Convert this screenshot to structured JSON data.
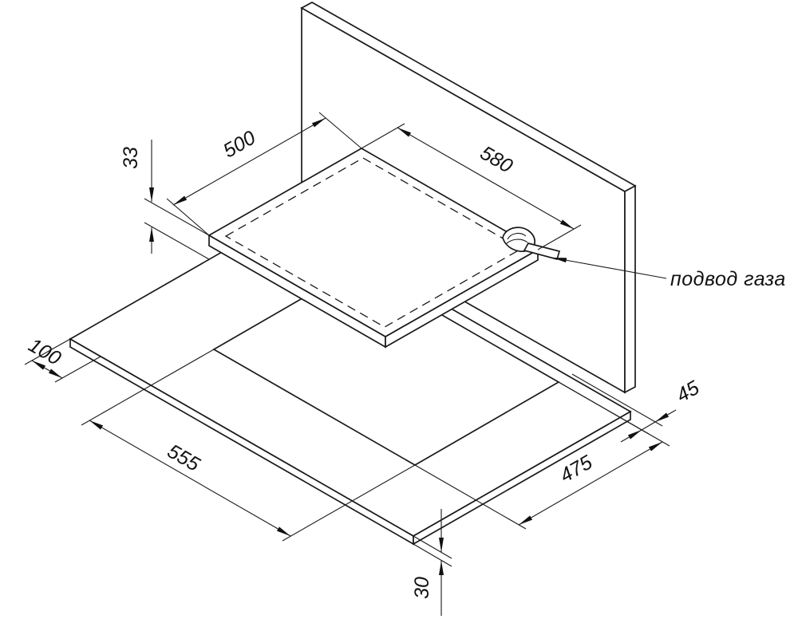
{
  "annotations": {
    "gas_supply_label": "подвод газа"
  },
  "dimensions": {
    "hob_top_depth": "500",
    "hob_top_width": "580",
    "hob_protrusion": "33",
    "edge_offset": "100",
    "cutout_length": "555",
    "cutout_depth": "475",
    "rear_clearance": "45",
    "counter_thickness": "30"
  },
  "colors": {
    "line": "#1a1a1a",
    "background": "#ffffff"
  }
}
